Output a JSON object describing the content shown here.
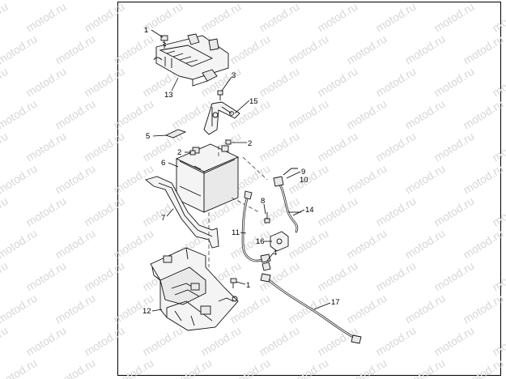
{
  "watermark": {
    "text": "motod.ru"
  },
  "callouts": [
    {
      "id": "1",
      "text": "1"
    },
    {
      "id": "13",
      "text": "13"
    },
    {
      "id": "3",
      "text": "3"
    },
    {
      "id": "15",
      "text": "15"
    },
    {
      "id": "5",
      "text": "5"
    },
    {
      "id": "2a",
      "text": "2"
    },
    {
      "id": "2b",
      "text": "2"
    },
    {
      "id": "6",
      "text": "6"
    },
    {
      "id": "9",
      "text": "9"
    },
    {
      "id": "10",
      "text": "10"
    },
    {
      "id": "8",
      "text": "8"
    },
    {
      "id": "14",
      "text": "14"
    },
    {
      "id": "7",
      "text": "7"
    },
    {
      "id": "11",
      "text": "11"
    },
    {
      "id": "16",
      "text": "16"
    },
    {
      "id": "4",
      "text": "4"
    },
    {
      "id": "1b",
      "text": "1"
    },
    {
      "id": "17",
      "text": "17"
    },
    {
      "id": "12",
      "text": "12"
    }
  ]
}
